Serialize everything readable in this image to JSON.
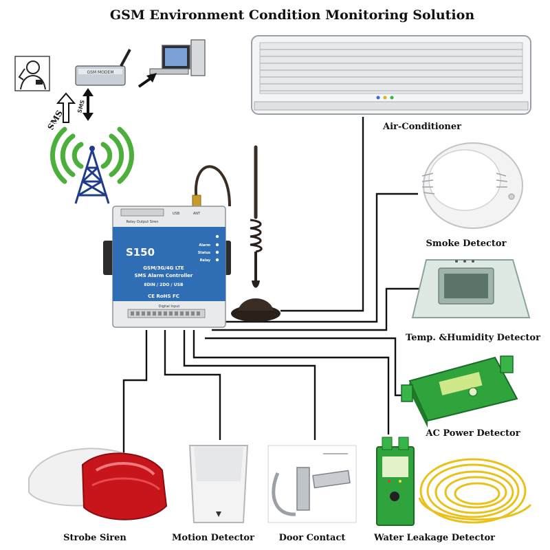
{
  "title": "GSM Environment Condition Monitoring Solution",
  "labels": {
    "air_conditioner": "Air-Conditioner",
    "smoke_detector": "Smoke Detector",
    "temp_humidity": "Temp. &Humidity Detector",
    "ac_power": "AC Power Detector",
    "strobe_siren": "Strobe Siren",
    "motion_detector": "Motion Detector",
    "door_contact": "Door Contact",
    "water_leakage": "Water Leakage Detector"
  },
  "controller": {
    "model": "S150",
    "line1": "GSM/3G/4G LTE",
    "line2": "SMS Alarm Controller",
    "line3": "8DIN / 2DO / USB",
    "certs": "CE RoHS FC",
    "top_terminal": "Relay Output Siren",
    "usb": "USB",
    "ant": "ANT",
    "bottom_terminal": "Digital Input",
    "indicators": [
      "Alarm",
      "Status",
      "Relay"
    ]
  },
  "modem": {
    "label": "GSM MODEM"
  },
  "sms": {
    "left": "SMS",
    "right": "SMS"
  },
  "colors": {
    "controller_blue": "#2f6db5",
    "signal_green": "#4caf3c",
    "tower_blue": "#1f3c8a",
    "siren_red": "#c8151b",
    "detector_green": "#2fa33c",
    "leak_yellow": "#e8c21b"
  }
}
